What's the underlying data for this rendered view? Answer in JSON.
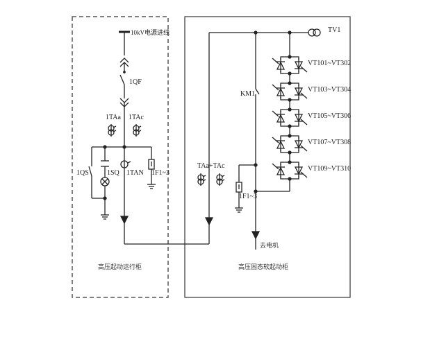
{
  "diagram": {
    "title": "高压固态软起动主回路",
    "colors": {
      "line": "#222222",
      "background": "#ffffff",
      "text": "#222222"
    },
    "left_cabinet": {
      "name": "高压起动运行柜",
      "border": "dashed",
      "labels": {
        "source": "10kV电源进线",
        "breaker": "1QF",
        "ct_a": "1TAa",
        "ct_c": "1TAc",
        "ct_n": "1TAN",
        "disconnector": "1QS",
        "indicator": "1SQ",
        "arrester": "1F1~3"
      }
    },
    "right_cabinet": {
      "name": "高压固态软起动柜",
      "border": "solid",
      "labels": {
        "pt": "TV1",
        "bypass": "KM1",
        "ct": "TAa+TAc",
        "arrester": "1F1~3",
        "to_motor": "去电机"
      },
      "thyristor_pairs": [
        "VT101~VT302",
        "VT103~VT304",
        "VT105~VT306",
        "VT107~VT308",
        "VT109~VT310"
      ]
    }
  }
}
